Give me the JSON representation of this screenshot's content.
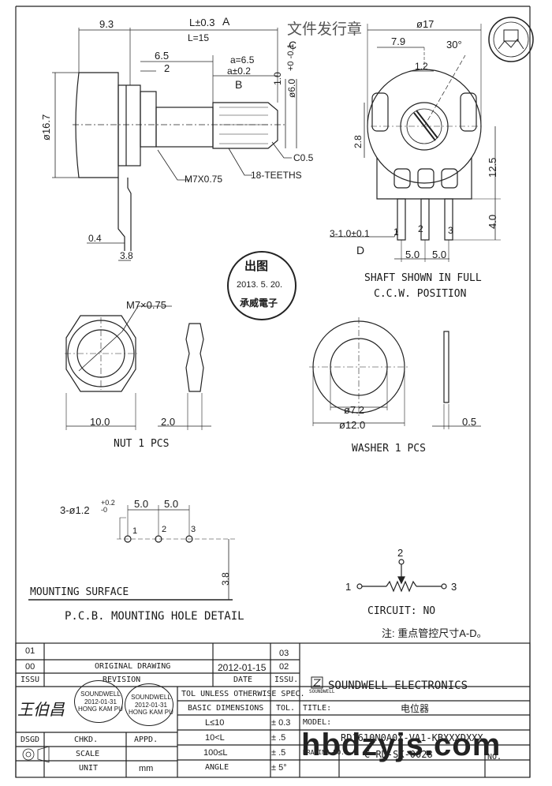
{
  "drawing": {
    "side_view": {
      "dim_overall": "9.3",
      "dim_L": "L±0.3",
      "dim_L_value": "L=15",
      "label_A": "A",
      "label_B": "B",
      "label_C": "C",
      "dim_a": "a=6.5",
      "dim_a_tol": "a±0.2",
      "dim_65": "6.5",
      "dim_2": "2",
      "dim_10": "1.0",
      "dim_shaft": "ø6.0",
      "dim_shaft_tol": "+0 -0.1",
      "dim_body": "ø16.7",
      "dim_c05": "C0.5",
      "thread": "M7X0.75",
      "teeth": "18-TEETHS",
      "dim_04": "0.4",
      "dim_38": "3.8"
    },
    "front_view": {
      "dim_dia": "ø17",
      "dim_79": "7.9",
      "dim_30": "30°",
      "dim_12": "1.2",
      "dim_28": "2.8",
      "dim_125": "12.5",
      "dim_40": "4.0",
      "dim_pins": "3-1.0±0.1",
      "label_D": "D",
      "pin1": "1",
      "pin2": "2",
      "pin3": "3",
      "dim_50a": "5.0",
      "dim_50b": "5.0",
      "caption1": "SHAFT SHOWN IN FULL",
      "caption2": "C.C.W. POSITION"
    },
    "nut": {
      "thread": "M7×0.75",
      "dim_100": "10.0",
      "dim_20": "2.0",
      "caption": "NUT 1 PCS"
    },
    "washer": {
      "dim_72": "ø7.2",
      "dim_120": "ø12.0",
      "dim_05": "0.5",
      "caption": "WASHER  1 PCS"
    },
    "pcb": {
      "holes": "3-ø1.2",
      "holes_tol": "+0.2 -0",
      "dim_50a": "5.0",
      "dim_50b": "5.0",
      "h1": "1",
      "h2": "2",
      "h3": "3",
      "dim_38": "3.8",
      "surface": "MOUNTING SURFACE",
      "caption": "P.C.B. MOUNTING HOLE DETAIL"
    },
    "circuit": {
      "n1": "1",
      "n2": "2",
      "n3": "3",
      "caption": "CIRCUIT: NO"
    },
    "note": "注: 重点管控尺寸A-D。",
    "stamp_top": "文件发行章",
    "stamp_issue": {
      "top": "出图",
      "date": "2013. 5. 20.",
      "bottom": "承威電子"
    }
  },
  "title_block": {
    "rev_rows": [
      {
        "num": "01",
        "desc": "",
        "date": "",
        "issu": "03"
      },
      {
        "num": "00",
        "desc": "ORIGINAL  DRAWING",
        "date": "2012-01-15",
        "issu": "02"
      },
      {
        "num": "ISSU",
        "desc": "REVISION",
        "date": "DATE",
        "issu": "ISSU."
      }
    ],
    "tol_header": "TOL UNLESS OTHERWISE SPEC.",
    "basic_dim": "BASIC DIMENSIONS",
    "tol": "TOL.",
    "tol_rows": [
      {
        "dim": "L≤10",
        "tol": "± 0.3"
      },
      {
        "dim": "10<L",
        "tol": "± .5"
      },
      {
        "dim": "100≤L",
        "tol": "± .5"
      },
      {
        "dim": "ANGLE",
        "tol": "± 5°"
      }
    ],
    "sign_labels": {
      "dsgd": "DSGD",
      "chkd": "CHKD.",
      "appd": "APPD.",
      "scale": "SCALE",
      "unit": "UNIT",
      "unit_val": "mm"
    },
    "company": "SOUNDWELL  ELECTRONICS",
    "logo_text": "SOUNDWELL",
    "title_label": "TITLE:",
    "title_value": "电位器",
    "model_label": "MODEL:",
    "model_value": "RD1610N0A0X-VA1-KBXXXDXXX",
    "drawing_label": "DRAWING NO.",
    "drawing_value": "C-RD-SK-0028",
    "no_label": "NO.",
    "signature": "王伯昌",
    "stamp_a": "SOUNDWELL\n2012-01-31\nHONG KAM PU",
    "stamp_b": "SOUNDWELL\n2012-01-31\nHONG KAM PU"
  },
  "watermark": "hbdzyjs.com"
}
